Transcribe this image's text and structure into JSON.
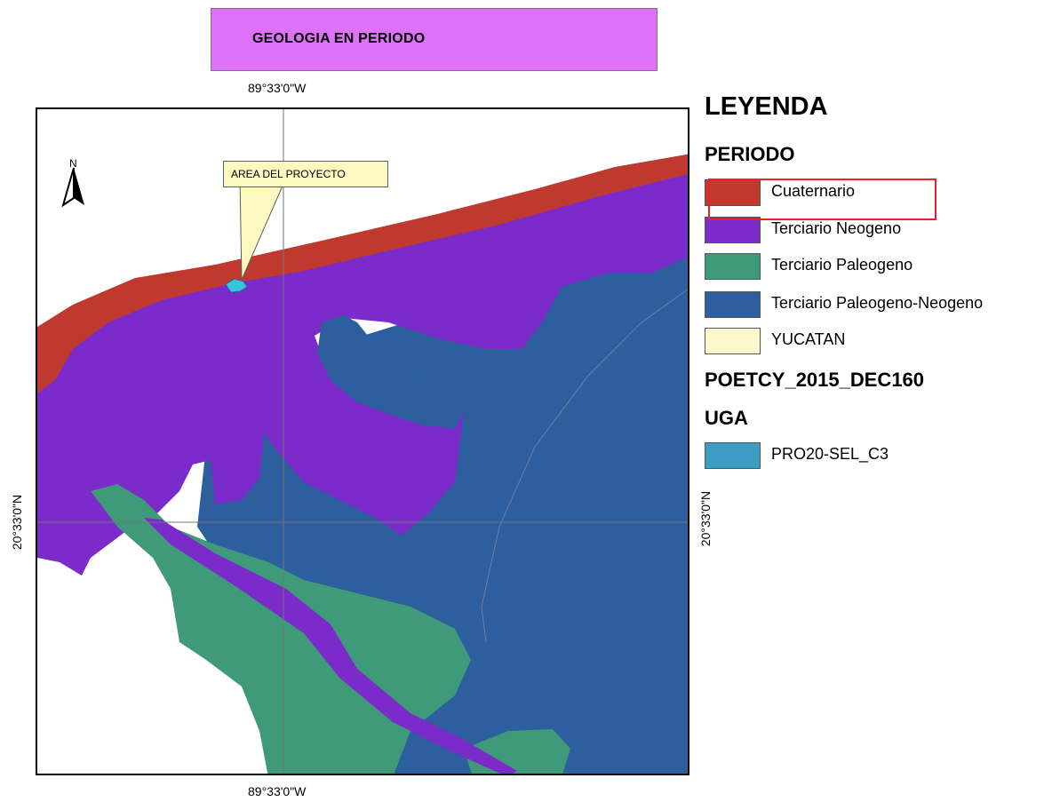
{
  "header": {
    "title": "GEOLOGIA EN PERIODO"
  },
  "coordinates": {
    "top": "89°33'0\"W",
    "bottom": "89°33'0\"W",
    "left": "20°33'0\"N",
    "right": "20°33'0\"N"
  },
  "map": {
    "north_label": "N",
    "callout_label": "AREA DEL PROYECTO",
    "colors": {
      "cuaternario": "#c0392e",
      "neogeno": "#7a2bc9",
      "paleogeno": "#3e9a78",
      "paleogeno_neogeno": "#2d5f9f",
      "yucatan": "#fdf9cf",
      "uga": "#39c6d9"
    }
  },
  "legend": {
    "title": "LEYENDA",
    "group1": "PERIODO",
    "items": [
      {
        "label": "Cuaternario",
        "color": "#c0392e"
      },
      {
        "label": "Terciario Neogeno",
        "color": "#7a2bc9"
      },
      {
        "label": "Terciario Paleogeno",
        "color": "#3e9a78"
      },
      {
        "label": "Terciario Paleogeno-Neogeno",
        "color": "#2d5f9f"
      },
      {
        "label": "YUCATAN",
        "color": "#fdf9cf"
      }
    ],
    "group2": "POETCY_2015_DEC160",
    "group3": "UGA",
    "uga_items": [
      {
        "label": "PRO20-SEL_C3",
        "color": "#3d9cc2"
      }
    ]
  }
}
